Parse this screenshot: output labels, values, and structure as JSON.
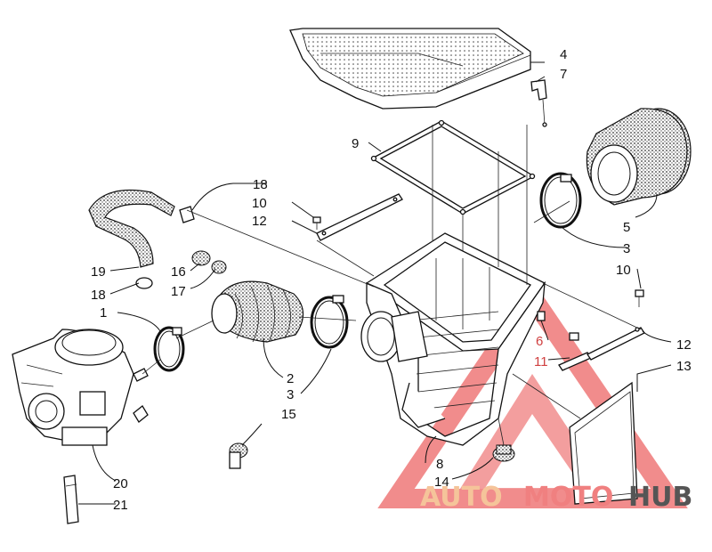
{
  "callouts": [
    {
      "id": "c1",
      "text": "1"
    },
    {
      "id": "c2",
      "text": "2"
    },
    {
      "id": "c3a",
      "text": "3"
    },
    {
      "id": "c3b",
      "text": "3"
    },
    {
      "id": "c4",
      "text": "4"
    },
    {
      "id": "c5",
      "text": "5"
    },
    {
      "id": "c6",
      "text": "6"
    },
    {
      "id": "c7",
      "text": "7"
    },
    {
      "id": "c8",
      "text": "8"
    },
    {
      "id": "c9",
      "text": "9"
    },
    {
      "id": "c10a",
      "text": "10"
    },
    {
      "id": "c10b",
      "text": "10"
    },
    {
      "id": "c11",
      "text": "11"
    },
    {
      "id": "c12a",
      "text": "12"
    },
    {
      "id": "c12b",
      "text": "12"
    },
    {
      "id": "c13",
      "text": "13"
    },
    {
      "id": "c14",
      "text": "14"
    },
    {
      "id": "c15",
      "text": "15"
    },
    {
      "id": "c16",
      "text": "16"
    },
    {
      "id": "c17",
      "text": "17"
    },
    {
      "id": "c18a",
      "text": "18"
    },
    {
      "id": "c18b",
      "text": "18"
    },
    {
      "id": "c19",
      "text": "19"
    },
    {
      "id": "c20",
      "text": "20"
    },
    {
      "id": "c21",
      "text": "21"
    }
  ],
  "watermark": {
    "part1": "AUTO",
    "part2": "MOTO",
    "part3": "HUB",
    "color_primary": "#f08080",
    "color_secondary": "#f5c49a",
    "color_dark": "#555555"
  }
}
